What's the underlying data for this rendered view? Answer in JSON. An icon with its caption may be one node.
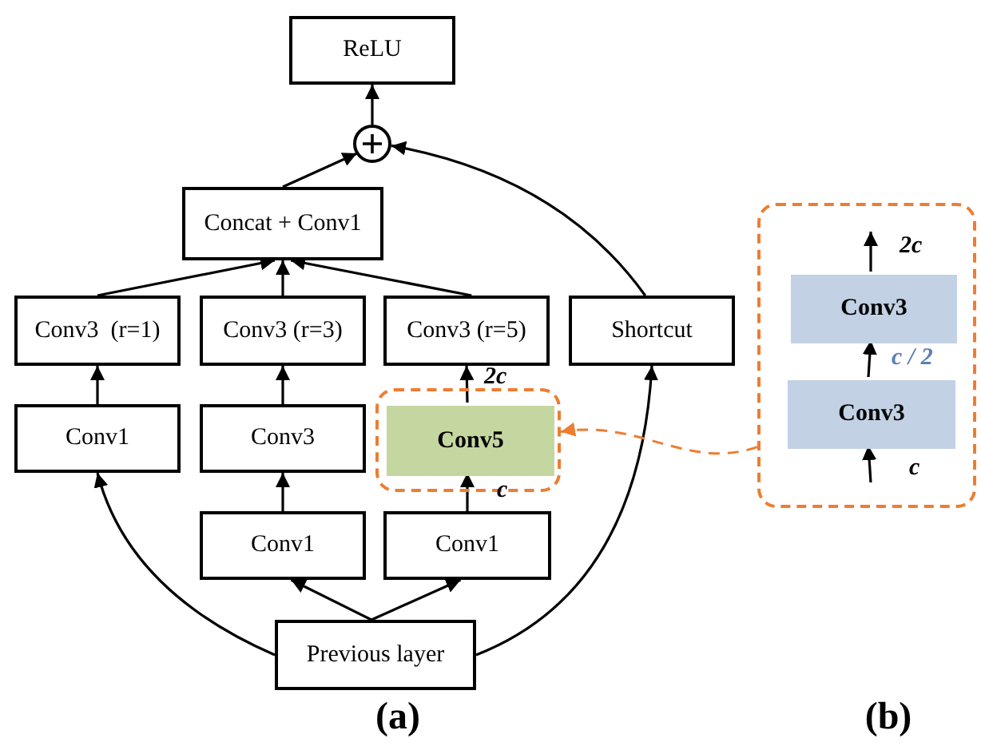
{
  "diagram": {
    "nodes": [
      {
        "text": [
          "ReLU"
        ]
      },
      {
        "text": [],
        "shape": "circle"
      },
      {
        "text": [
          "Concat + Conv1"
        ]
      },
      {
        "text": [
          "Conv3  (r=1)"
        ]
      },
      {
        "text": [
          "Conv3 (r=3)"
        ]
      },
      {
        "text": [
          "Conv3 (r=5)"
        ]
      },
      {
        "text": [
          "Shortcut"
        ]
      },
      {
        "text": [
          "Conv1"
        ]
      },
      {
        "text": [
          "Conv3"
        ]
      },
      {
        "text": [],
        "shape": "box"
      },
      {
        "text": [
          "Conv5"
        ],
        "in": 9
      },
      {
        "text": [
          "Conv1"
        ]
      },
      {
        "text": [
          "Conv1"
        ]
      },
      {
        "text": [
          "Previous layer"
        ]
      },
      {
        "text": [],
        "shape": "box"
      },
      {
        "text": [
          "Conv3"
        ],
        "in": 14
      },
      {
        "text": [
          "Conv3"
        ],
        "in": 14
      }
    ],
    "edges": [
      {
        "from": 13,
        "to": 7,
        "arrow": "to"
      },
      {
        "from": 13,
        "to": 11,
        "arrow": "to"
      },
      {
        "from": 13,
        "to": 12,
        "arrow": "to"
      },
      {
        "from": 13,
        "to": 6,
        "arrow": "to"
      },
      {
        "from": 7,
        "to": 3,
        "arrow": "to"
      },
      {
        "from": 8,
        "to": 4,
        "arrow": "to"
      },
      {
        "from": 11,
        "to": 8,
        "arrow": "to"
      },
      {
        "from": 12,
        "to": 10,
        "arrow": "to",
        "label": "c"
      },
      {
        "from": 10,
        "to": 5,
        "arrow": "to",
        "label": "2c"
      },
      {
        "from": 3,
        "to": 2,
        "arrow": "to"
      },
      {
        "from": 4,
        "to": 2,
        "arrow": "to"
      },
      {
        "from": 5,
        "to": 2,
        "arrow": "to"
      },
      {
        "from": 2,
        "to": 1,
        "arrow": "to"
      },
      {
        "from": 6,
        "to": 1,
        "arrow": "to"
      },
      {
        "from": 1,
        "to": 0,
        "arrow": "to"
      },
      {
        "from": 14,
        "to": 9,
        "arrow": "to",
        "style": "dashed",
        "color": "#ed7d31"
      },
      {
        "from": null,
        "to": 16,
        "arrow": "to",
        "label": "c"
      },
      {
        "from": 16,
        "to": 15,
        "arrow": "to",
        "label": "c / 2"
      },
      {
        "from": 15,
        "to": null,
        "arrow": "to",
        "label": "2c"
      }
    ],
    "labels": [
      "(a)",
      "(b)"
    ]
  }
}
